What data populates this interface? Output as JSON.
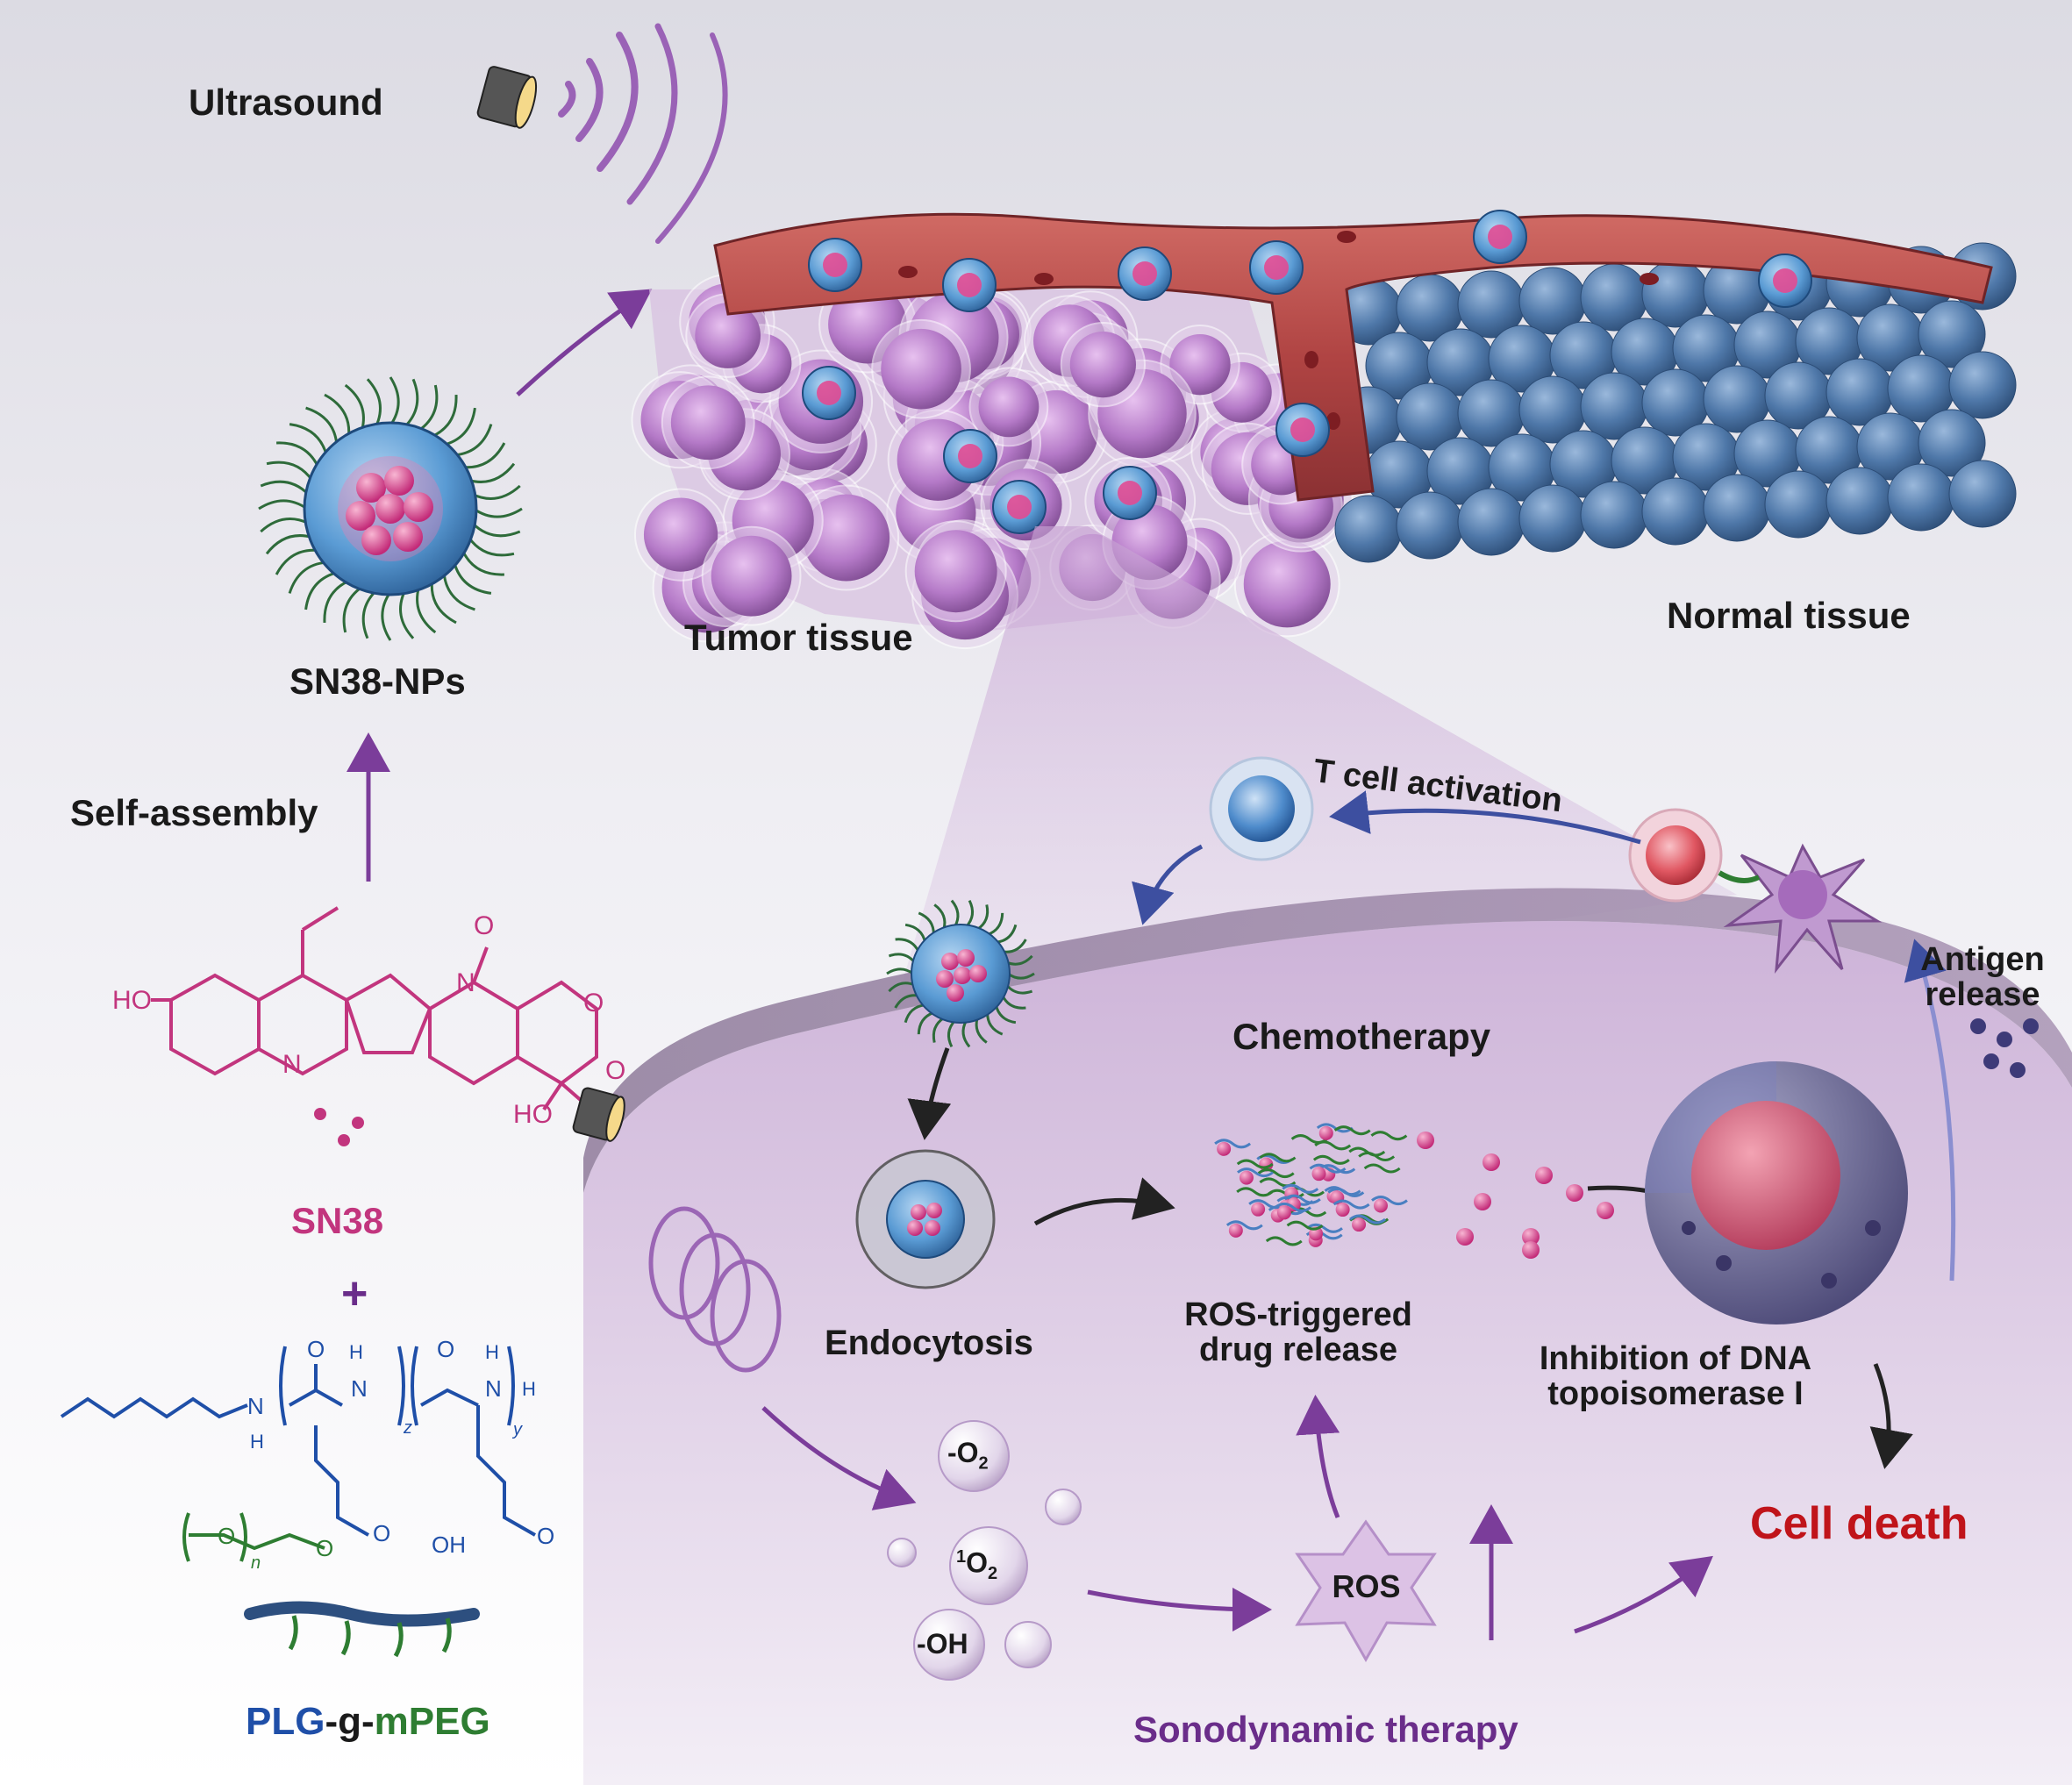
{
  "labels": {
    "ultrasound": "Ultrasound",
    "sn38_nps": "SN38-NPs",
    "self_assembly": "Self-assembly",
    "tumor_tissue": "Tumor tissue",
    "normal_tissue": "Normal tissue",
    "t_cell_activation": "T cell activation",
    "antigen_release_l1": "Antigen",
    "antigen_release_l2": "release",
    "chemotherapy": "Chemotherapy",
    "endocytosis": "Endocytosis",
    "ros_release_l1": "ROS-triggered",
    "ros_release_l2": "drug release",
    "dna_l1": "Inhibition of DNA",
    "dna_l2": "topoisomerase I",
    "cell_death": "Cell death",
    "ros": "ROS",
    "sonodynamic": "Sonodynamic therapy",
    "sn38": "SN38",
    "plus": "+",
    "plg": "PLG",
    "g": "-g-",
    "mpeg": "mPEG"
  },
  "species": {
    "superoxide_prefix": "-O",
    "superoxide_sub": "2",
    "singlet_sup": "1",
    "singlet_main": "O",
    "singlet_sub": "2",
    "hydroxyl": "-OH"
  },
  "chem": {
    "sn38_ho": "HO",
    "sn38_n1": "N",
    "sn38_n2": "N",
    "sn38_o_top": "O",
    "sn38_o_ring": "O",
    "sn38_o_lactone": "O",
    "sn38_ho2": "HO",
    "plg_n1": "N",
    "plg_h1": "H",
    "plg_o1": "O",
    "plg_h2": "H",
    "plg_n2": "N",
    "plg_z": "z",
    "plg_o2": "O",
    "plg_h3": "H",
    "plg_n3": "N",
    "plg_h4": "H",
    "plg_y": "y",
    "plg_o3": "O",
    "plg_o4": "O",
    "plg_oh": "OH",
    "peg_o1": "O",
    "peg_o2": "O",
    "peg_n": "n"
  },
  "colors": {
    "sn38_magenta": "#c2357e",
    "plg_blue": "#1f4fa8",
    "mpeg_green": "#2e7d32",
    "cell_death_red": "#c0141a",
    "arrow_purple": "#7b3d9a",
    "vessel_red": "#b84a4a",
    "tumor_pink": "#b675c9",
    "normal_blue": "#4e78a8"
  },
  "icons": [
    "ultrasound-transducer-icon",
    "nanoparticle-icon",
    "t-cell-icon",
    "dendritic-cell-icon",
    "nucleus-icon",
    "ros-star-icon"
  ]
}
